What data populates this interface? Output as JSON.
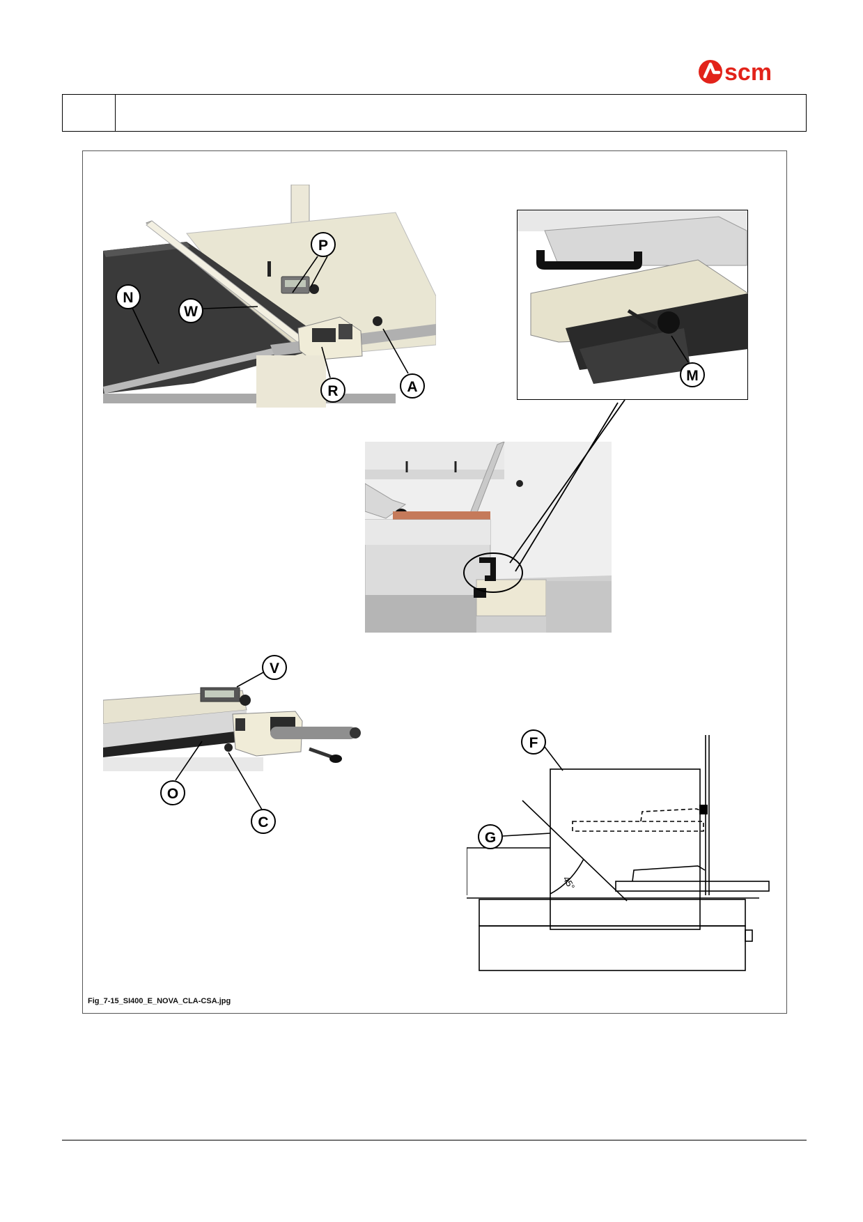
{
  "brand": {
    "logo_text": "scm",
    "logo_color": "#e2231a"
  },
  "header": {
    "section_number": "",
    "section_title": ""
  },
  "figure": {
    "caption": "Fig_7-15_SI400_E_NOVA_CLA-CSA.jpg",
    "callouts": {
      "P": "P",
      "N": "N",
      "W": "W",
      "R": "R",
      "A": "A",
      "M": "M",
      "V": "V",
      "O": "O",
      "C": "C",
      "F": "F",
      "G": "G"
    },
    "angle_label": "45°"
  },
  "icons": [
    "scm-logo",
    "magnifier-circle"
  ]
}
